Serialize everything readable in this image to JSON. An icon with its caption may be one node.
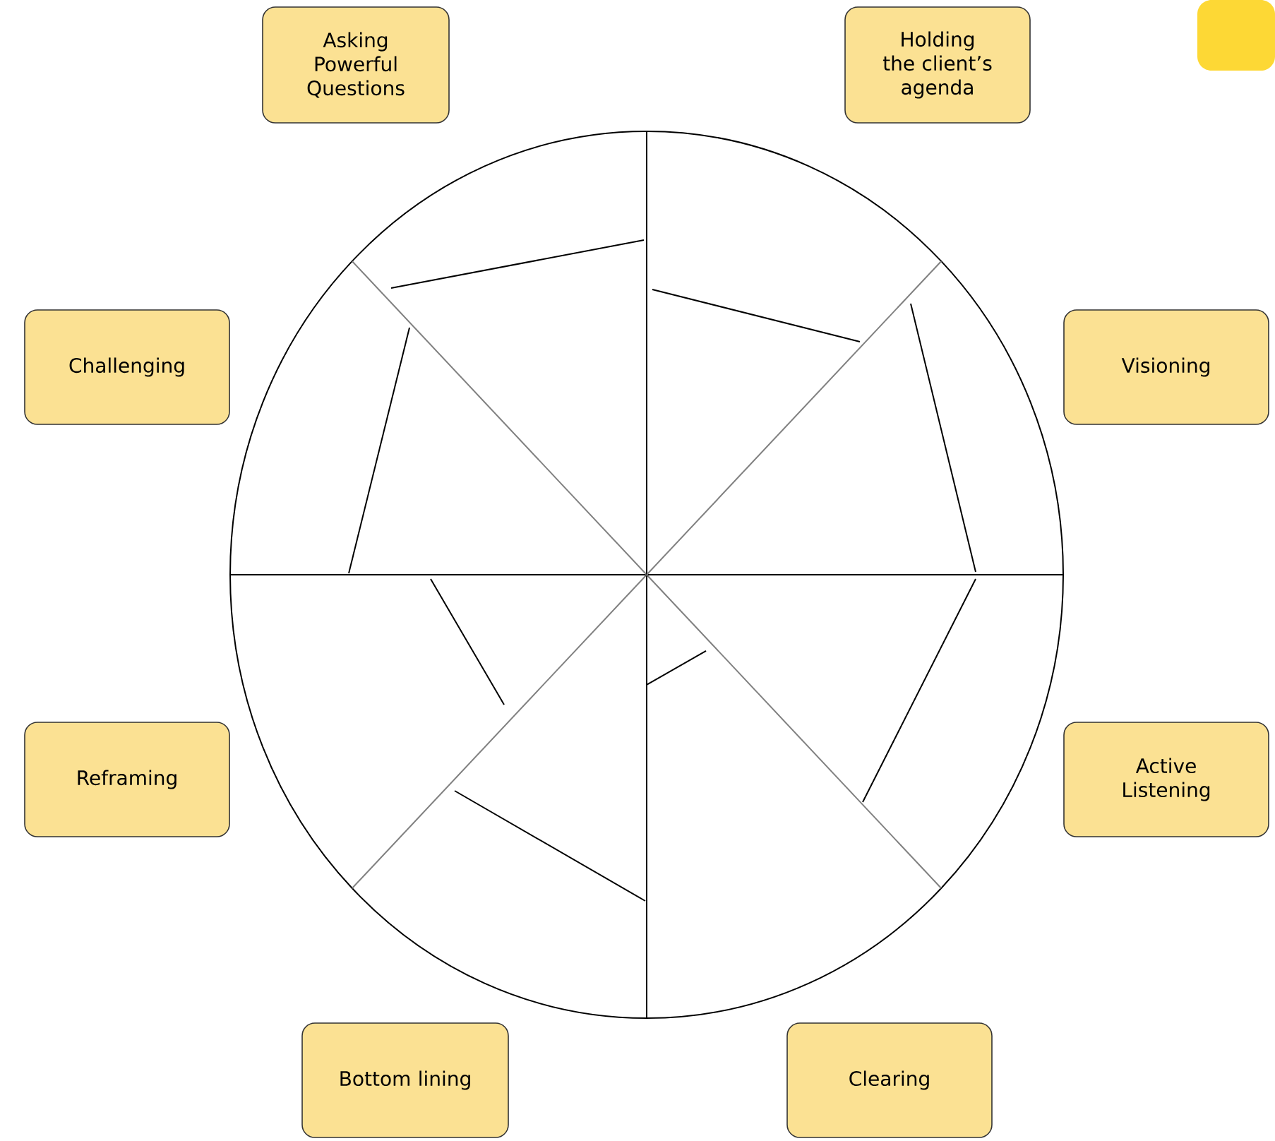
{
  "diagram": {
    "nodes": [
      {
        "text": [
          "Asking Powerful Questions"
        ]
      },
      {
        "text": [
          "Holding the client’s agenda"
        ]
      },
      {
        "text": [
          "Challenging"
        ]
      },
      {
        "text": [
          "Visioning"
        ]
      },
      {
        "text": [
          "Reframing"
        ]
      },
      {
        "text": [
          "Active Listening"
        ]
      },
      {
        "text": [
          "Bottom lining"
        ]
      },
      {
        "text": [
          "Clearing"
        ]
      }
    ]
  }
}
